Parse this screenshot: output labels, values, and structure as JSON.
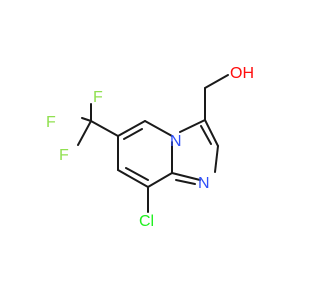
{
  "atoms": {
    "oxygen": "OH",
    "nitrogen_imine": "N",
    "nitrogen_bridge": "N",
    "chlorine": "Cl",
    "fluorine_top": "F",
    "fluorine_left": "F",
    "fluorine_bottom": "F"
  },
  "colors": {
    "bond": "#1a1a1a",
    "oxygen": "#ff0d0d",
    "nitrogen": "#3050f8",
    "chlorine": "#1ff01f",
    "fluorine": "#90e050"
  }
}
